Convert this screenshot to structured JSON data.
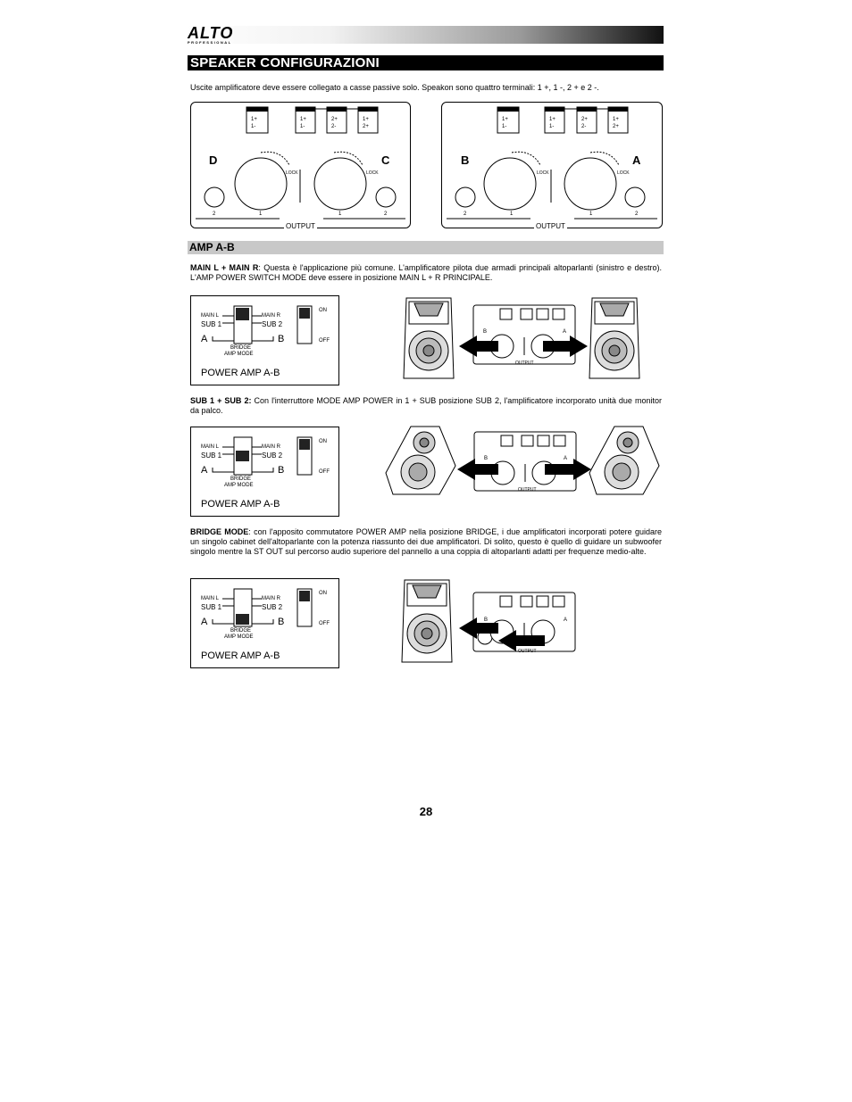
{
  "header": {
    "logo_text": "ALTO",
    "logo_subtext": "PROFESSIONAL"
  },
  "page_title": "SPEAKER CONFIGURAZIONI",
  "intro_text": "Uscite amplificatore deve essere collegato a casse passive solo. Speakon sono quattro terminali: 1 +, 1 -, 2 + e 2 -.",
  "output_panels": [
    {
      "left_letter": "D",
      "right_letter": "C",
      "connector_labels": [
        "1+",
        "1-",
        "1+",
        "1-",
        "2+",
        "2-",
        "1+",
        "2+"
      ],
      "lock_label": "LOCK",
      "jack_numbers": [
        "2",
        "1",
        "1",
        "2"
      ],
      "output_label": "OUTPUT"
    },
    {
      "left_letter": "B",
      "right_letter": "A",
      "connector_labels": [
        "1+",
        "1-",
        "1+",
        "1-",
        "2+",
        "2-",
        "1+",
        "2+"
      ],
      "lock_label": "LOCK",
      "jack_numbers": [
        "2",
        "1",
        "1",
        "2"
      ],
      "output_label": "OUTPUT"
    }
  ],
  "section": {
    "title": "AMP A-B"
  },
  "paragraphs": {
    "main_lr_term": "MAIN L + MAIN R",
    "main_lr_text": ": Questa è l'applicazione più comune. L'amplificatore pilota due armadi principali altoparlanti (sinistro e destro). L'AMP POWER SWITCH MODE deve essere in posizione MAIN L + R PRINCIPALE.",
    "sub_term": "SUB 1 + SUB 2:",
    "sub_text": " Con l'interruttore MODE AMP POWER in 1 + SUB posizione SUB 2, l'amplificatore incorporato unità due monitor da palco.",
    "bridge_term": "BRIDGE MODE",
    "bridge_text": ": con l'apposito commutatore POWER AMP nella posizione BRIDGE, i due amplificatori incorporati potere guidare un singolo cabinet dell'altoparlante con la potenza riassunto dei due amplificatori. Di solito, questo è quello di guidare un subwoofer singolo mentre la ST OUT sul percorso audio superiore del pannello a una coppia di altoparlanti adatti per frequenze medio-alte."
  },
  "switch_box": {
    "main_l": "MAIN L",
    "sub_1": "SUB 1",
    "main_r": "MAIN R",
    "sub_2": "SUB 2",
    "a": "A",
    "b": "B",
    "bridge": "BRIDGE",
    "amp_mode": "AMP MODE",
    "on": "ON",
    "off": "OFF",
    "label": "POWER AMP A-B"
  },
  "mini_panel": {
    "b": "B",
    "a": "A",
    "output": "OUTPUT"
  },
  "page_number": "28"
}
